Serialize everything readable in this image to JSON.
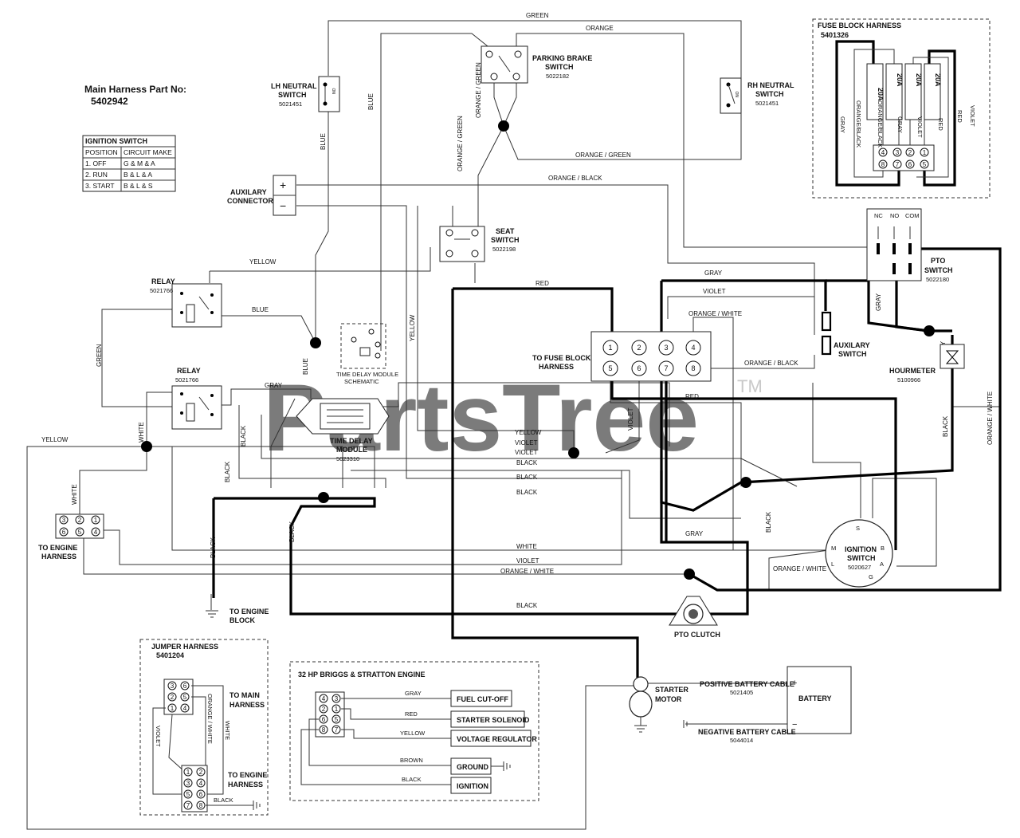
{
  "header": {
    "title": "Main Harness Part No:",
    "part_no": "5402942"
  },
  "ignition_table": {
    "title": "IGNITION SWITCH",
    "headers": [
      "POSITION",
      "CIRCUIT MAKE"
    ],
    "rows": [
      [
        "1. OFF",
        "G & M & A"
      ],
      [
        "2. RUN",
        "B & L & A"
      ],
      [
        "3. START",
        "B & L & S"
      ]
    ]
  },
  "components": {
    "lh_neutral": {
      "name1": "LH NEUTRAL",
      "name2": "SWITCH",
      "pn": "5021451"
    },
    "rh_neutral": {
      "name1": "RH NEUTRAL",
      "name2": "SWITCH",
      "pn": "5021451"
    },
    "parking_brake": {
      "name1": "PARKING BRAKE",
      "name2": "SWITCH",
      "pn": "5022182"
    },
    "aux_connector": {
      "name1": "AUXILARY",
      "name2": "CONNECTOR",
      "plus": "+",
      "minus": "−"
    },
    "seat_switch": {
      "name1": "SEAT",
      "name2": "SWITCH",
      "pn": "5022198"
    },
    "relay1": {
      "name": "RELAY",
      "pn": "5021766"
    },
    "relay2": {
      "name": "RELAY",
      "pn": "5021766"
    },
    "tdm_schematic": {
      "line1": "TIME DELAY MODULE",
      "line2": "SCHEMATIC"
    },
    "tdm": {
      "name1": "TIME DELAY",
      "name2": "MODULE",
      "pn": "5023310"
    },
    "fuse_conn": {
      "name1": "TO FUSE BLOCK",
      "name2": "HARNESS",
      "pins": [
        "1",
        "2",
        "3",
        "4",
        "5",
        "6",
        "7",
        "8"
      ]
    },
    "aux_switch": {
      "name1": "AUXILARY",
      "name2": "SWITCH"
    },
    "pto_switch": {
      "name1": "PTO",
      "name2": "SWITCH",
      "pn": "5022180",
      "nc": "NC",
      "no": "NO",
      "com": "COM"
    },
    "hourmeter": {
      "name": "HOURMETER",
      "pn": "5100966"
    },
    "ignition": {
      "name1": "IGNITION",
      "name2": "SWITCH",
      "pn": "5020627",
      "s": "S",
      "m": "M",
      "b": "B",
      "l": "L",
      "a": "A",
      "g": "G"
    },
    "engine_harness": {
      "name1": "TO ENGINE",
      "name2": "HARNESS",
      "pins": [
        "3",
        "2",
        "1",
        "6",
        "5",
        "4"
      ]
    },
    "engine_block": {
      "name1": "TO ENGINE",
      "name2": "BLOCK"
    },
    "pto_clutch": {
      "name": "PTO CLUTCH"
    },
    "starter": {
      "name1": "STARTER",
      "name2": "MOTOR"
    },
    "battery": {
      "name": "BATTERY",
      "pos": "POSITIVE BATTERY CABLE",
      "pos_pn": "5021405",
      "neg": "NEGATIVE BATTERY CABLE",
      "neg_pn": "5044014",
      "plus": "+",
      "minus": "−"
    },
    "fuse_block": {
      "title": "FUSE BLOCK HARNESS",
      "pn": "5401326",
      "fuse": "20A",
      "pins": [
        "4",
        "3",
        "2",
        "1",
        "8",
        "7",
        "6",
        "5"
      ]
    },
    "jumper": {
      "title": "JUMPER HARNESS",
      "pn": "5401204",
      "to_main1": "TO MAIN",
      "to_main2": "HARNESS",
      "to_engine1": "TO ENGINE",
      "to_engine2": "HARNESS",
      "pins_a": [
        "3",
        "6",
        "2",
        "5",
        "1",
        "4"
      ],
      "pins_b": [
        "1",
        "2",
        "3",
        "4",
        "5",
        "6",
        "7",
        "8"
      ]
    },
    "engine_box": {
      "title": "32 HP BRIGGS & STRATTON ENGINE",
      "fuel": "FUEL CUT-OFF",
      "solenoid": "STARTER SOLENOID",
      "regulator": "VOLTAGE REGULATOR",
      "ground": "GROUND",
      "ignition": "IGNITION",
      "pins": [
        "4",
        "3",
        "2",
        "1",
        "6",
        "5",
        "8",
        "7"
      ]
    }
  },
  "wire_labels": {
    "green": "GREEN",
    "orange": "ORANGE",
    "blue": "BLUE",
    "orange_green": "ORANGE / GREEN",
    "orange_black": "ORANGE / BLACK",
    "yellow": "YELLOW",
    "red": "RED",
    "gray": "GRAY",
    "violet": "VIOLET",
    "orange_white": "ORANGE / WHITE",
    "black": "BLACK",
    "white": "WHITE",
    "brown": "BROWN",
    "orange_slash_black": "ORANGE/BLACK"
  },
  "watermark": {
    "text": "PartsTree",
    "tm": "TM"
  }
}
